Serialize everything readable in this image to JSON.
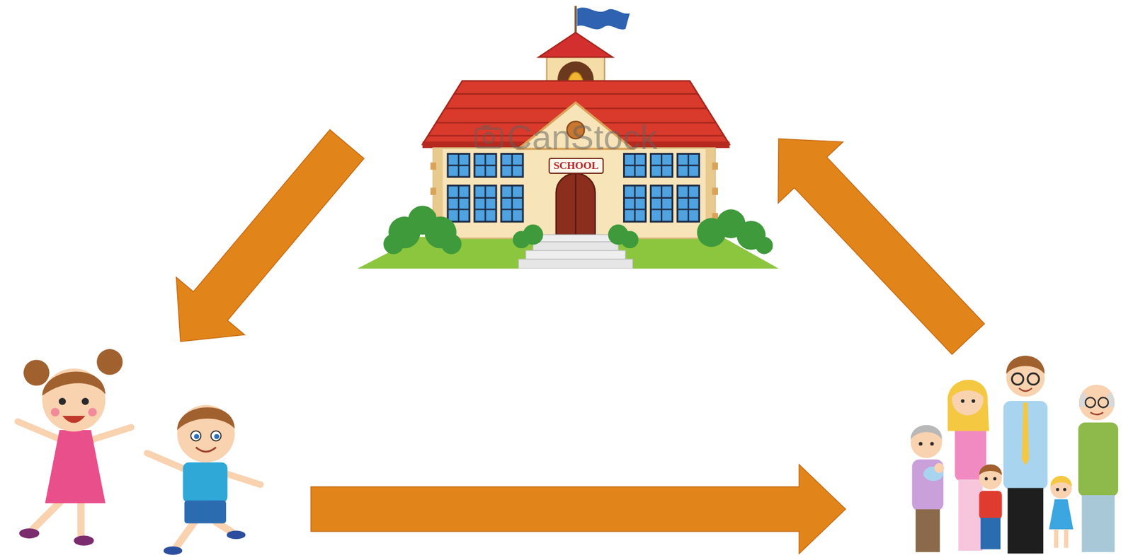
{
  "diagram": {
    "nodes": [
      {
        "text": [
          "SCHOOL"
        ]
      },
      {
        "text": []
      },
      {
        "text": []
      }
    ],
    "edges": [
      {
        "from": 0,
        "to": 1,
        "arrow": "to"
      },
      {
        "from": 1,
        "to": 2,
        "arrow": "to"
      },
      {
        "from": 2,
        "to": 0,
        "arrow": "to"
      }
    ],
    "labels": [
      "CanStock"
    ]
  }
}
